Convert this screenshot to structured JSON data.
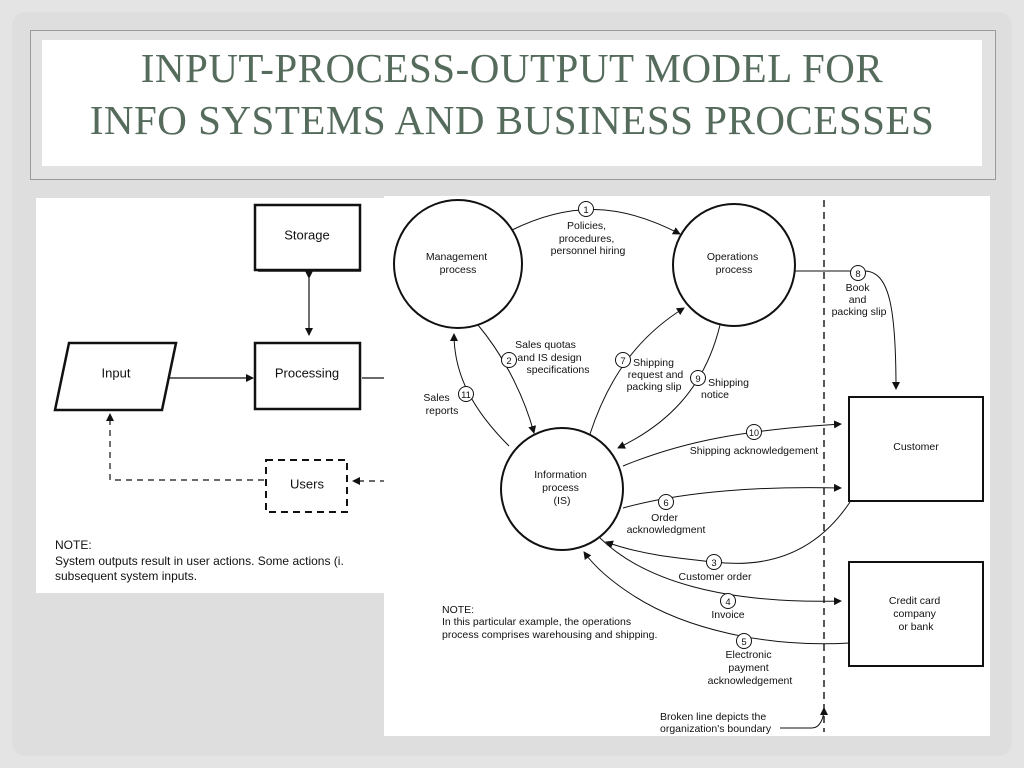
{
  "slide": {
    "title_line1": "INPUT-PROCESS-OUTPUT MODEL FOR",
    "title_line2": "INFO SYSTEMS AND BUSINESS PROCESSES"
  },
  "ipo": {
    "storage": "Storage",
    "input": "Input",
    "processing": "Processing",
    "users": "Users",
    "note_title": "NOTE:",
    "note_line1": "System outputs result in user actions.  Some actions (i.",
    "note_line2": "subsequent system inputs."
  },
  "flow": {
    "management": [
      "Management",
      "process"
    ],
    "operations": [
      "Operations",
      "process"
    ],
    "information": [
      "Information",
      "process",
      "(IS)"
    ],
    "customer": "Customer",
    "bank": [
      "Credit card",
      "company",
      "or bank"
    ],
    "label_1": [
      "Policies,",
      "procedures,",
      "personnel hiring"
    ],
    "label_2": [
      "Sales quotas",
      "and IS design",
      "specifications"
    ],
    "label_3": "Customer order",
    "label_4": "Invoice",
    "label_5": [
      "Electronic",
      "payment",
      "acknowledgement"
    ],
    "label_6": [
      "Order",
      "acknowledgment"
    ],
    "label_7": [
      "Shipping",
      "request and",
      "packing slip"
    ],
    "label_8": [
      "Book",
      "and",
      "packing slip"
    ],
    "label_9": [
      "Shipping",
      "notice"
    ],
    "label_10": "Shipping acknowledgement",
    "label_11": [
      "Sales",
      "reports"
    ],
    "num": [
      "1",
      "2",
      "3",
      "4",
      "5",
      "6",
      "7",
      "8",
      "9",
      "10",
      "11"
    ],
    "note_title": "NOTE:",
    "note_line1": "In this particular example, the operations",
    "note_line2": "process comprises warehousing and shipping.",
    "boundary_line1": "Broken line depicts the",
    "boundary_line2": "organization's boundary"
  }
}
